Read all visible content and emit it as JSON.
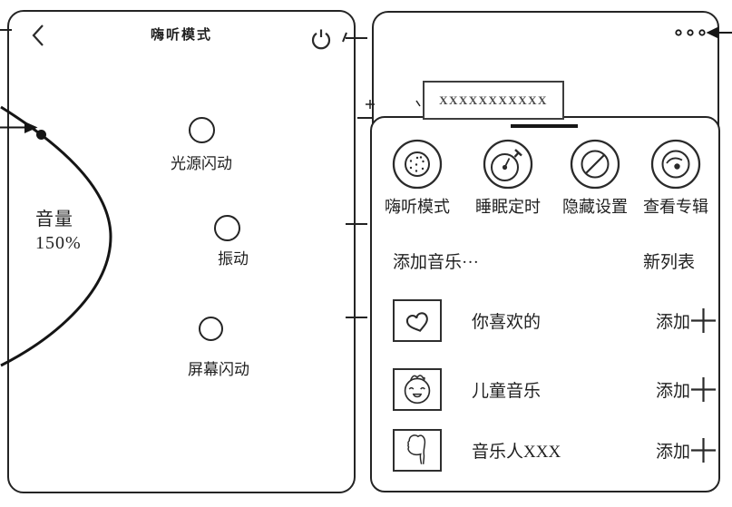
{
  "colors": {
    "ink": "#1f1f1f",
    "bg": "#ffffff"
  },
  "left_screen": {
    "title": "嗨听模式",
    "volume": {
      "label": "音量",
      "value": "150%"
    },
    "toggles": [
      {
        "label": "光源闪动"
      },
      {
        "label": "振动"
      },
      {
        "label": "屏幕闪动"
      }
    ]
  },
  "right_screen": {
    "song_title": "XXXXXXXXXXX",
    "sheet": {
      "actions": [
        {
          "label": "嗨听模式",
          "icon": "hi-listen-mode-icon"
        },
        {
          "label": "睡眠定时",
          "icon": "sleep-timer-icon"
        },
        {
          "label": "隐藏设置",
          "icon": "hidden-settings-icon"
        },
        {
          "label": "查看专辑",
          "icon": "view-album-icon"
        }
      ],
      "add_music_label": "添加音乐···",
      "new_list_label": "新列表",
      "add_label": "添加",
      "playlists": [
        {
          "name": "你喜欢的",
          "icon": "heart-icon"
        },
        {
          "name": "儿童音乐",
          "icon": "baby-icon"
        },
        {
          "name": "音乐人XXX",
          "icon": "artist-icon"
        }
      ]
    }
  }
}
